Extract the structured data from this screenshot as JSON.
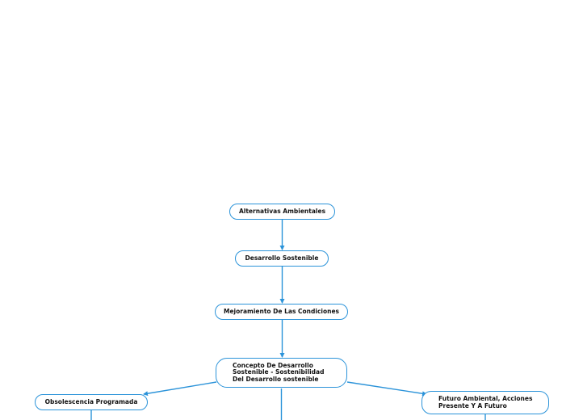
{
  "diagram": {
    "nodes": [
      {
        "id": "n1",
        "label": "Alternativas Ambientales"
      },
      {
        "id": "n2",
        "label": "Desarrollo Sostenible"
      },
      {
        "id": "n3",
        "label": "Mejoramiento De Las Condiciones"
      },
      {
        "id": "n4",
        "label": "Concepto De Desarrollo Sostenible - Sostenibilidad Del Desarrollo sostenible"
      },
      {
        "id": "n5",
        "label": "Obsolescencia Programada"
      },
      {
        "id": "n6",
        "label": "Futuro Ambiental, Acciones Presente Y A Futuro"
      }
    ],
    "edges": [
      {
        "from": "n1",
        "to": "n2"
      },
      {
        "from": "n2",
        "to": "n3"
      },
      {
        "from": "n3",
        "to": "n4"
      },
      {
        "from": "n4",
        "to": "n5"
      },
      {
        "from": "n4",
        "to": "n6"
      }
    ],
    "colors": {
      "line": "#2b93d9",
      "border": "#2b93d9",
      "text": "#111111"
    }
  }
}
